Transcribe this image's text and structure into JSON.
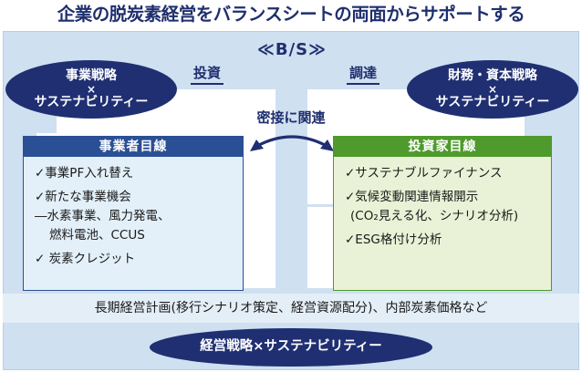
{
  "headline": "企業の脱炭素経営をバランスシートの両面からサポートする",
  "bs_label": "≪B/S≫",
  "invest_label": "投資",
  "procure_label": "調達",
  "closely_related": "密接に関連",
  "oval_left": {
    "top": "事業戦略",
    "x": "×",
    "bottom": "サステナビリティー"
  },
  "oval_right": {
    "top": "財務・資本戦略",
    "x": "×",
    "bottom": "サステナビリティー"
  },
  "business_box": {
    "title": "事業者目線",
    "items": [
      "✓事業PF入れ替え",
      "✓新たな事業機会",
      "―水素事業、風力発電、",
      "燃料電池、CCUS",
      "✓ 炭素クレジット"
    ]
  },
  "investor_box": {
    "title": "投資家目線",
    "items": [
      "✓サステナブルファイナンス",
      "✓気候変動関連情報開示",
      "(CO₂見える化、シナリオ分析)",
      "✓ESG格付け分析"
    ]
  },
  "long_term_plan": "長期経営計画(移行シナリオ策定、経営資源配分)、内部炭素価格など",
  "bottom_oval": "経営戦略×サステナビリティー",
  "colors": {
    "navy": "#1f2f72",
    "business_header": "#2a4f95",
    "investor_header": "#4e9a2c",
    "background": "#cfe0f0"
  }
}
